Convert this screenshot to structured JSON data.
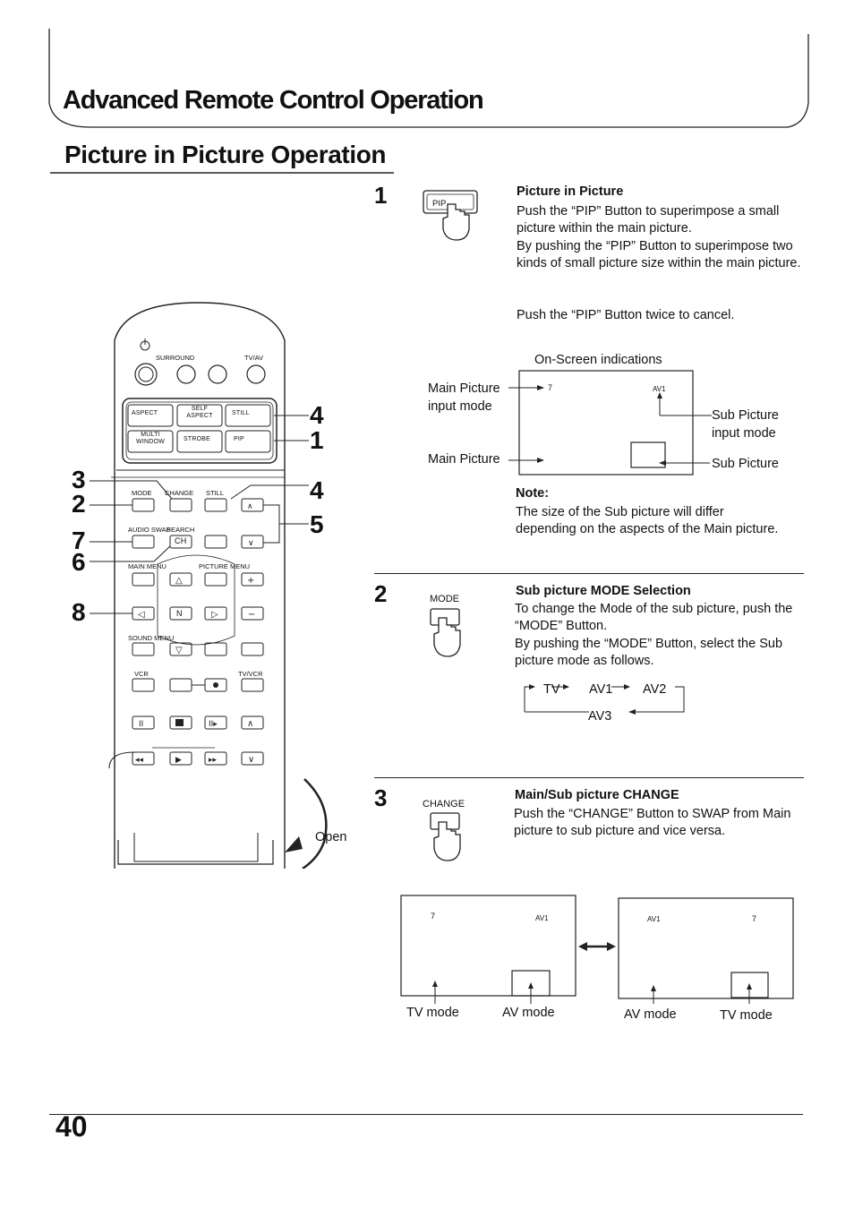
{
  "header": {
    "chapter_title": "Advanced Remote Control Operation",
    "section_title": "Picture in Picture Operation"
  },
  "remote": {
    "top_labels": [
      "SURROUND",
      "TV/AV"
    ],
    "row1": [
      "ASPECT",
      "SELF ASPECT",
      "STILL"
    ],
    "row2": [
      "MULTI WINDOW",
      "STROBE",
      "PIP"
    ],
    "labels": {
      "mode": "MODE",
      "change": "CHANGE",
      "still": "STILL",
      "audio_swap": "AUDIO SWAP",
      "search": "SEARCH",
      "ch": "CH",
      "main_menu": "MAIN MENU",
      "picture_menu": "PICTURE MENU",
      "n": "N",
      "sound_menu": "SOUND MENU",
      "vcr": "VCR",
      "tv_vcr": "TV/VCR"
    },
    "callouts": [
      "4",
      "1",
      "4",
      "5",
      "3",
      "2",
      "7",
      "6",
      "8"
    ],
    "open_label": "Open"
  },
  "steps": [
    {
      "number": "1",
      "button_label": "PIP",
      "heading": "Picture in Picture",
      "body": [
        "Push the “PIP” Button to superimpose a small picture within the main picture.",
        "By pushing the “PIP” Button to superimpose two kinds of small picture size within the main picture.",
        "Push the “PIP” Button twice to cancel."
      ]
    },
    {
      "number": "2",
      "button_label": "MODE",
      "heading": "Sub picture MODE Selection",
      "body": [
        "To change the Mode of the sub picture, push the “MODE” Button.",
        "By pushing the “MODE” Button, select the Sub picture mode as follows."
      ],
      "cycle": [
        "TV",
        "AV1",
        "AV2",
        "AV3"
      ]
    },
    {
      "number": "3",
      "button_label": "CHANGE",
      "heading": "Main/Sub picture CHANGE",
      "body": [
        "Push the “CHANGE” Button to SWAP from Main picture to sub picture and vice versa."
      ]
    }
  ],
  "osd": {
    "title": "On-Screen indications",
    "main_picture_input_mode": "Main Picture",
    "input_mode": "input mode",
    "main_picture": "Main Picture",
    "ch_value": "7",
    "av_value": "AV1",
    "sub_picture_input_mode": "Sub Picture",
    "sub_input_mode": "input mode",
    "sub_picture": "Sub Picture"
  },
  "note": {
    "title": "Note:",
    "text": "The size of the Sub picture will differ depending on the aspects of the Main picture."
  },
  "swap": {
    "left": {
      "ch": "7",
      "av": "AV1",
      "label_left": "TV mode",
      "label_right": "AV mode"
    },
    "right": {
      "ch": "7",
      "av": "AV1",
      "label_left": "AV mode",
      "label_right": "TV mode"
    }
  },
  "page_number": "40"
}
